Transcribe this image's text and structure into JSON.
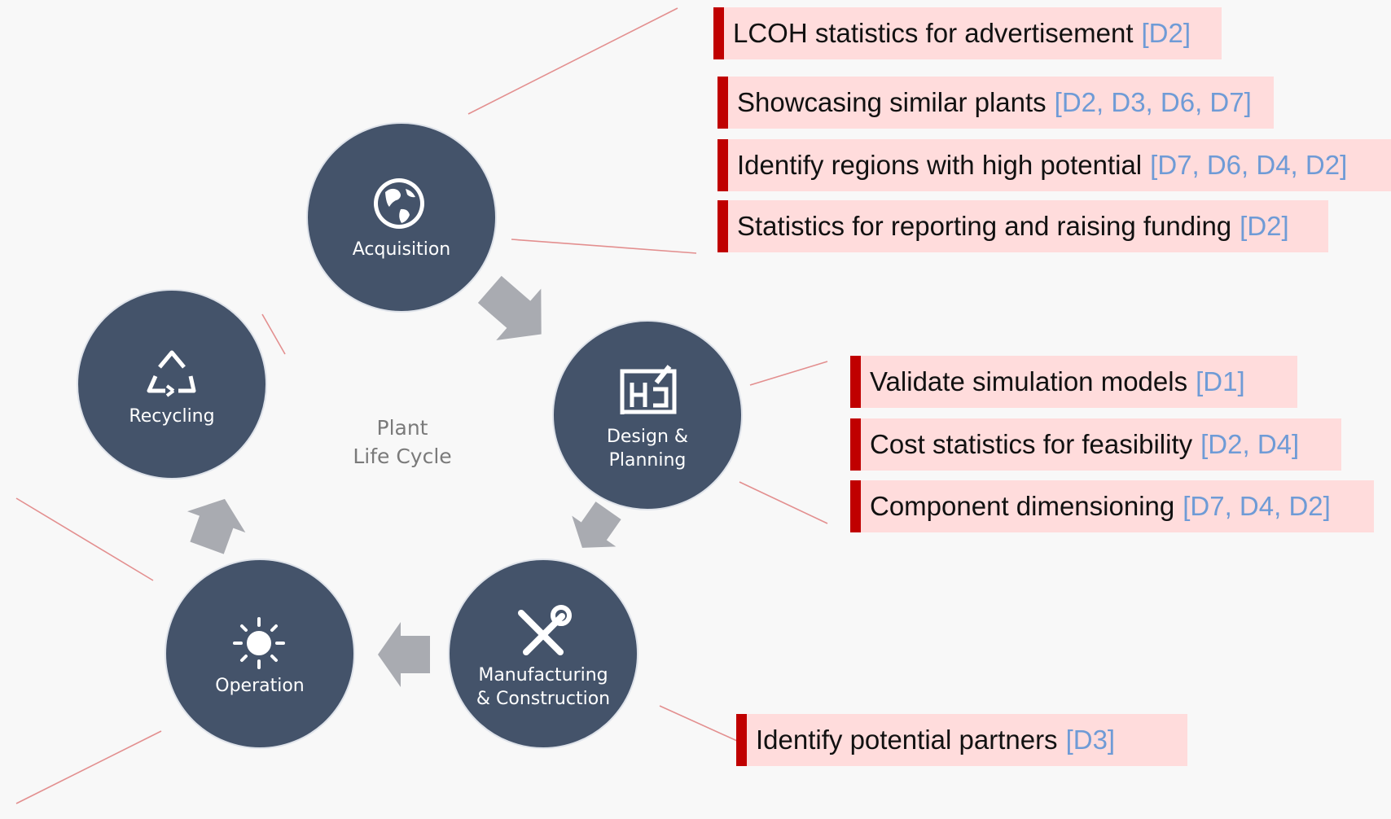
{
  "center": {
    "line1": "Plant",
    "line2": "Life Cycle"
  },
  "stages": {
    "acquisition": {
      "label": "Acquisition",
      "icon": "globe-icon"
    },
    "design": {
      "line1": "Design &",
      "line2": "Planning",
      "icon": "blueprint-icon"
    },
    "manufacturing": {
      "line1": "Manufacturing",
      "line2": "& Construction",
      "icon": "tools-icon"
    },
    "operation": {
      "label": "Operation",
      "icon": "sun-icon"
    },
    "recycling": {
      "label": "Recycling",
      "icon": "recycle-icon"
    }
  },
  "acquisition_items": [
    {
      "text": "LCOH statistics for advertisement",
      "ref": "[D2]"
    },
    {
      "text": "Showcasing similar plants",
      "ref": "[D2, D3, D6, D7]"
    },
    {
      "text": "Identify regions with high potential",
      "ref": "[D7, D6, D4, D2]"
    },
    {
      "text": "Statistics for reporting and raising funding",
      "ref": "[D2]"
    }
  ],
  "design_items": [
    {
      "text": "Validate simulation models",
      "ref": "[D1]"
    },
    {
      "text": "Cost statistics for feasibility",
      "ref": "[D2, D4]"
    },
    {
      "text": "Component dimensioning",
      "ref": "[D7, D4, D2]"
    }
  ],
  "manufacturing_items": [
    {
      "text": "Identify potential partners",
      "ref": "[D3]"
    }
  ],
  "colors": {
    "circle": "#44536a",
    "arrow": "#a9abb1",
    "label_bg": "#ffdcdc",
    "label_bar": "#c00000",
    "ref_text": "#6f9bd6",
    "connector": "#e38f8f"
  }
}
